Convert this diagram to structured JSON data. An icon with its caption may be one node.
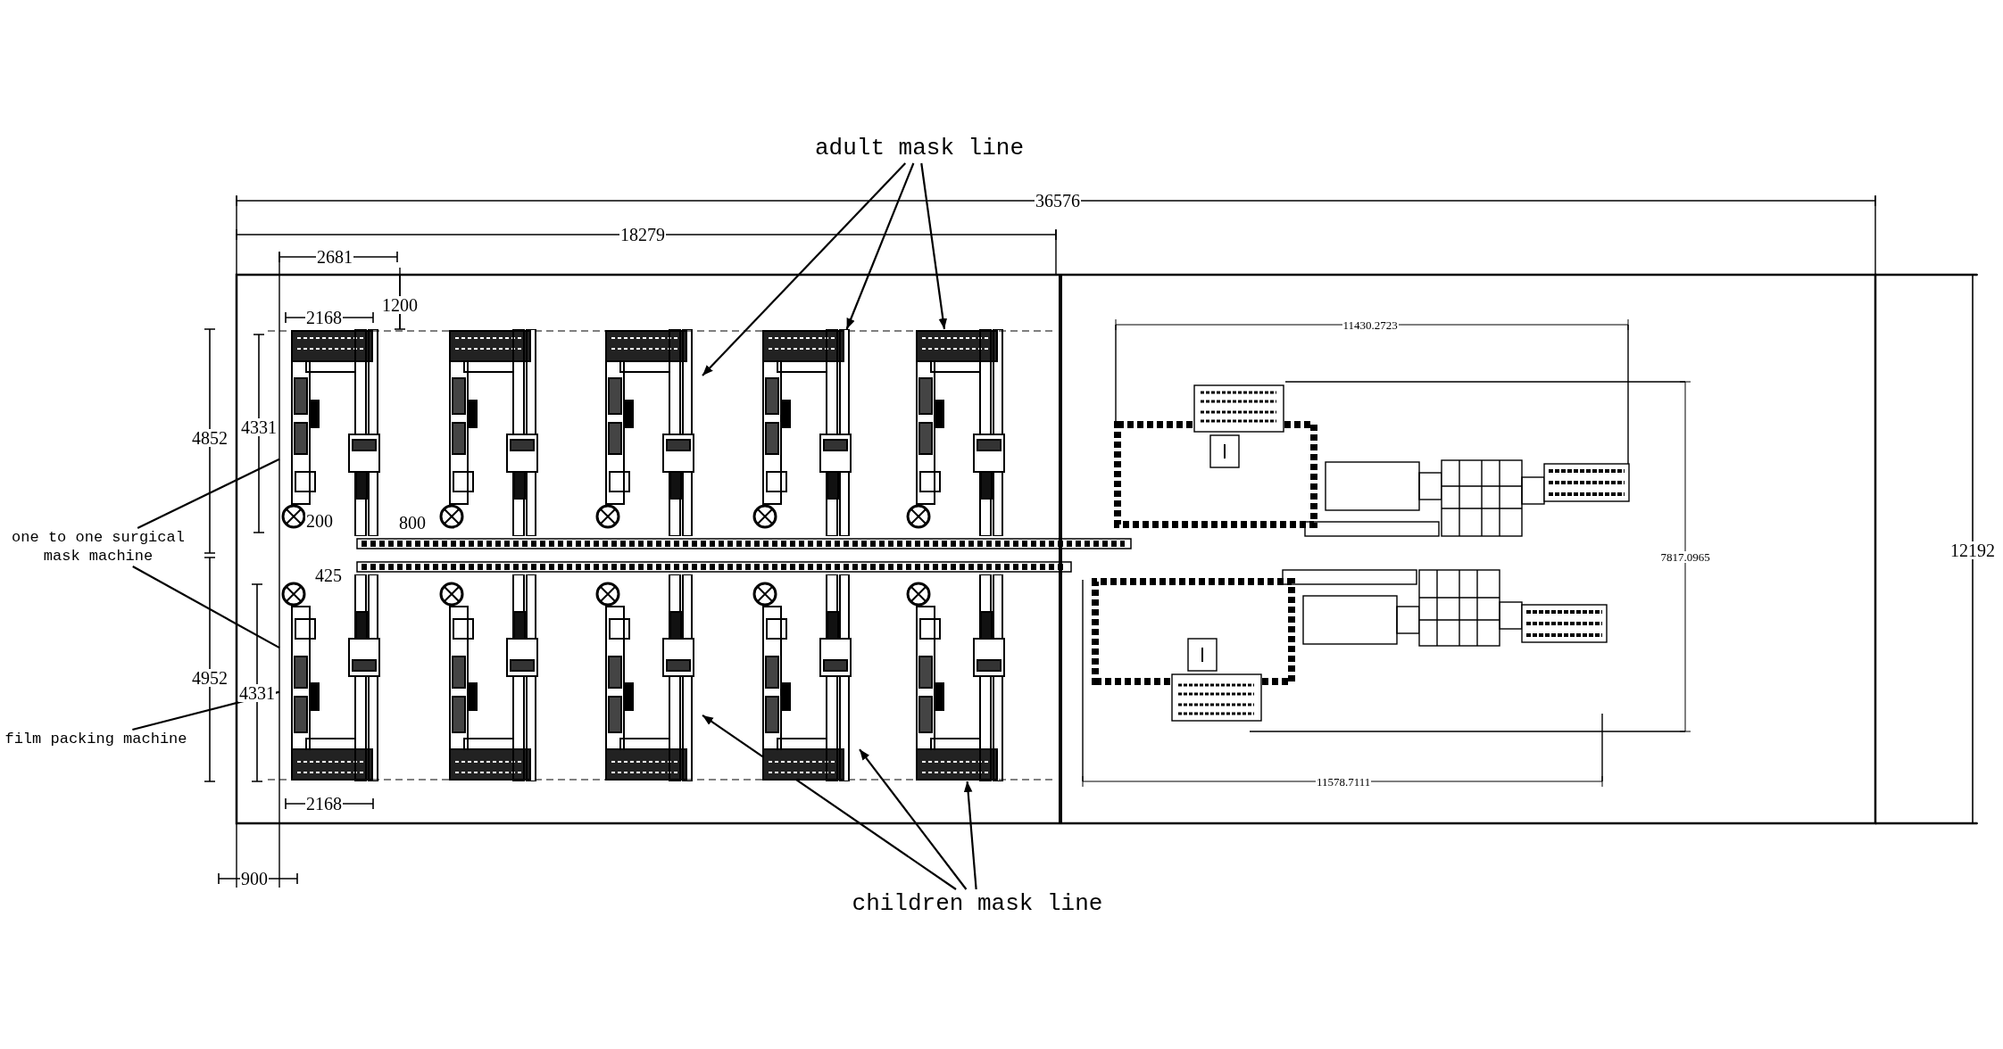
{
  "diagram": {
    "nodes": [
      {
        "text": [
          "adult mask line"
        ]
      },
      {
        "text": [
          "children mask line"
        ]
      },
      {
        "text": [
          "one to one surgical mask machine"
        ]
      },
      {
        "text": [
          "film packing machine"
        ]
      },
      {
        "text": [],
        "shape": "picture"
      },
      {
        "text": [],
        "shape": "picture"
      },
      {
        "text": [],
        "shape": "picture"
      },
      {
        "text": [],
        "shape": "picture"
      },
      {
        "text": [],
        "shape": "picture"
      },
      {
        "text": [],
        "shape": "picture"
      },
      {
        "text": [],
        "shape": "picture"
      },
      {
        "text": [],
        "shape": "picture"
      },
      {
        "text": [],
        "shape": "picture"
      },
      {
        "text": [],
        "shape": "picture"
      }
    ],
    "edges": [
      {
        "from": 0,
        "to": 6,
        "arrow": "to"
      },
      {
        "from": 0,
        "to": 7,
        "arrow": "to"
      },
      {
        "from": 0,
        "to": 8,
        "arrow": "to"
      },
      {
        "from": 1,
        "to": 11,
        "arrow": "to"
      },
      {
        "from": 1,
        "to": 12,
        "arrow": "to"
      },
      {
        "from": 1,
        "to": 13,
        "arrow": "to"
      },
      {
        "from": 2,
        "to": 4,
        "arrow": "none"
      },
      {
        "from": 2,
        "to": 9,
        "arrow": "none"
      },
      {
        "from": 3,
        "to": 9,
        "arrow": "none"
      }
    ],
    "labels": [
      "36576",
      "18279",
      "2681",
      "1200",
      "2168",
      "11430.2723",
      "4852",
      "4331",
      "200",
      "800",
      "425",
      "7817.0965",
      "12192",
      "4952",
      "4331",
      "2168",
      "11578.7111",
      "900"
    ]
  }
}
